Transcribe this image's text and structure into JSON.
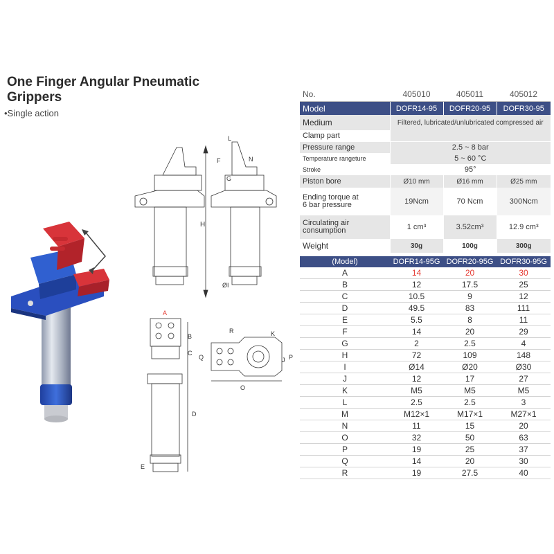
{
  "header": {
    "title": "One Finger Angular Pneumatic Grippers",
    "subtitle": "•Single action"
  },
  "drawing_labels": {
    "L": "L",
    "F": "F",
    "N": "N",
    "G": "G",
    "H": "H",
    "I": "ØI",
    "A": "A",
    "B": "B",
    "C": "C",
    "D": "D",
    "E": "E",
    "R": "R",
    "K": "K",
    "Q": "Q",
    "J": "J",
    "P": "P",
    "O": "O"
  },
  "spec": {
    "no_label": "No.",
    "no_values": [
      "405010",
      "405011",
      "405012"
    ],
    "model_label": "Model",
    "model_values": [
      "DOFR14-95",
      "DOFR20-95",
      "DOFR30-95"
    ],
    "medium_label": "Medium",
    "medium_value": "Filtered, lubricated/unlubricated compressed air",
    "clamp_label": "Clamp part",
    "clamp_value": "",
    "pressure_label": "Pressure range",
    "pressure_value": "2.5 ~ 8 bar",
    "temp_label": "Temperature rangeture",
    "temp_value": "5 ~ 60 °C",
    "stroke_label": "Stroke",
    "stroke_value": "95°",
    "bore_label": "Piston bore",
    "bore_values": [
      "Ø10 mm",
      "Ø16 mm",
      "Ø25 mm"
    ],
    "torque_label_1": "Ending torque at",
    "torque_label_2": "6 bar pressure",
    "torque_values": [
      "19Ncm",
      "70 Ncm",
      "300Ncm"
    ],
    "air_label_1": "Circulating air",
    "air_label_2": "consumption",
    "air_values": [
      "1 cm³",
      "3.52cm³",
      "12.9 cm³"
    ],
    "weight_label": "Weight",
    "weight_values": [
      "30g",
      "100g",
      "300g"
    ]
  },
  "dims": {
    "header": [
      "(Model)",
      "DOFR14-95G",
      "DOFR20-95G",
      "DOFR30-95G"
    ],
    "rows": [
      [
        "A",
        "14",
        "20",
        "30"
      ],
      [
        "B",
        "12",
        "17.5",
        "25"
      ],
      [
        "C",
        "10.5",
        "9",
        "12"
      ],
      [
        "D",
        "49.5",
        "83",
        "111"
      ],
      [
        "E",
        "5.5",
        "8",
        "11"
      ],
      [
        "F",
        "14",
        "20",
        "29"
      ],
      [
        "G",
        "2",
        "2.5",
        "4"
      ],
      [
        "H",
        "72",
        "109",
        "148"
      ],
      [
        "I",
        "Ø14",
        "Ø20",
        "Ø30"
      ],
      [
        "J",
        "12",
        "17",
        "27"
      ],
      [
        "K",
        "M5",
        "M5",
        "M5"
      ],
      [
        "L",
        "2.5",
        "2.5",
        "3"
      ],
      [
        "M",
        "M12×1",
        "M17×1",
        "M27×1"
      ],
      [
        "N",
        "11",
        "15",
        "20"
      ],
      [
        "O",
        "32",
        "50",
        "63"
      ],
      [
        "P",
        "19",
        "25",
        "37"
      ],
      [
        "Q",
        "14",
        "20",
        "30"
      ],
      [
        "R",
        "19",
        "27.5",
        "40"
      ]
    ]
  }
}
